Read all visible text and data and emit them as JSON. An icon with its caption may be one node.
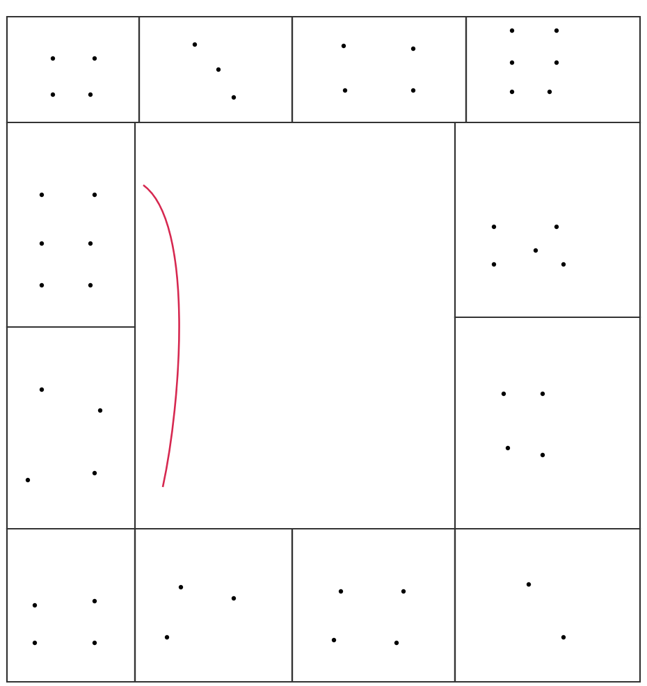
{
  "diagram": {
    "nodes": [
      {
        "text": [],
        "shape": "box"
      },
      {
        "text": [],
        "shape": "box"
      },
      {
        "text": [],
        "shape": "box"
      },
      {
        "text": [],
        "shape": "box"
      },
      {
        "text": [],
        "shape": "box"
      },
      {
        "text": [],
        "shape": "box"
      },
      {
        "text": [],
        "shape": "box"
      },
      {
        "text": [],
        "shape": "box"
      },
      {
        "text": [],
        "shape": "box"
      },
      {
        "text": [],
        "shape": "box"
      },
      {
        "text": [],
        "shape": "box"
      },
      {
        "text": [],
        "shape": "box"
      }
    ]
  }
}
